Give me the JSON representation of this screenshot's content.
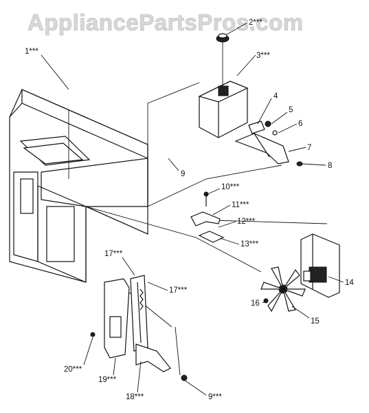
{
  "watermark": "AppliancePartsPros.com",
  "callouts": [
    {
      "id": "c1",
      "text": "1***"
    },
    {
      "id": "c2",
      "text": "2***"
    },
    {
      "id": "c3",
      "text": "3***"
    },
    {
      "id": "c4",
      "text": "4"
    },
    {
      "id": "c5",
      "text": "5"
    },
    {
      "id": "c6",
      "text": "6"
    },
    {
      "id": "c7",
      "text": "7"
    },
    {
      "id": "c8",
      "text": "8"
    },
    {
      "id": "c9a",
      "text": "9"
    },
    {
      "id": "c10",
      "text": "10***"
    },
    {
      "id": "c11",
      "text": "11***"
    },
    {
      "id": "c12",
      "text": "12***"
    },
    {
      "id": "c13",
      "text": "13***"
    },
    {
      "id": "c14",
      "text": "14"
    },
    {
      "id": "c15",
      "text": "15"
    },
    {
      "id": "c16",
      "text": "16"
    },
    {
      "id": "c17a",
      "text": "17***"
    },
    {
      "id": "c17b",
      "text": "17***"
    },
    {
      "id": "c18",
      "text": "18***"
    },
    {
      "id": "c19",
      "text": "19***"
    },
    {
      "id": "c20",
      "text": "20***"
    },
    {
      "id": "c9b",
      "text": "9***"
    }
  ]
}
